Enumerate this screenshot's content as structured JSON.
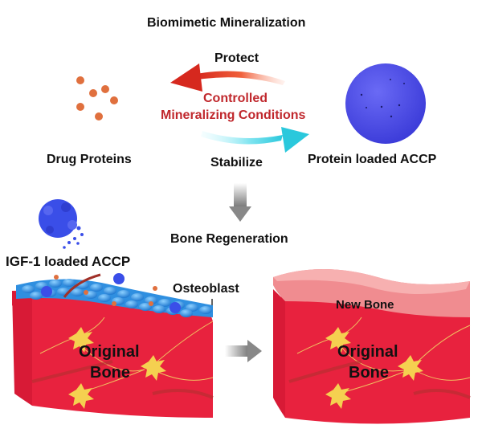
{
  "title": "Biomimetic Mineralization",
  "cycle": {
    "top_arrow_label": "Protect",
    "bottom_arrow_label": "Stabilize",
    "center_label_line1": "Controlled",
    "center_label_line2": "Mineralizing Conditions"
  },
  "left_item_label": "Drug Proteins",
  "right_item_label": "Protein loaded ACCP",
  "step_label": "Bone Regeneration",
  "nanoparticle_label": "IGF-1 loaded ACCP",
  "osteoblast_label": "Osteoblast",
  "left_block": {
    "label_line1": "Original",
    "label_line2": "Bone"
  },
  "right_block": {
    "new_bone_label": "New Bone",
    "label_line1": "Original",
    "label_line2": "Bone"
  },
  "colors": {
    "protein": "#e0703e",
    "accp": "#4b4be8",
    "protect_arrow": "#e8452b",
    "stabilize_arrow": "#3fd0e0",
    "center_text": "#c0282d",
    "bone": "#e8223e",
    "new_bone": "#f08c90",
    "mineral_layer": "#2f8fe0",
    "osteocyte": "#f5d050"
  }
}
